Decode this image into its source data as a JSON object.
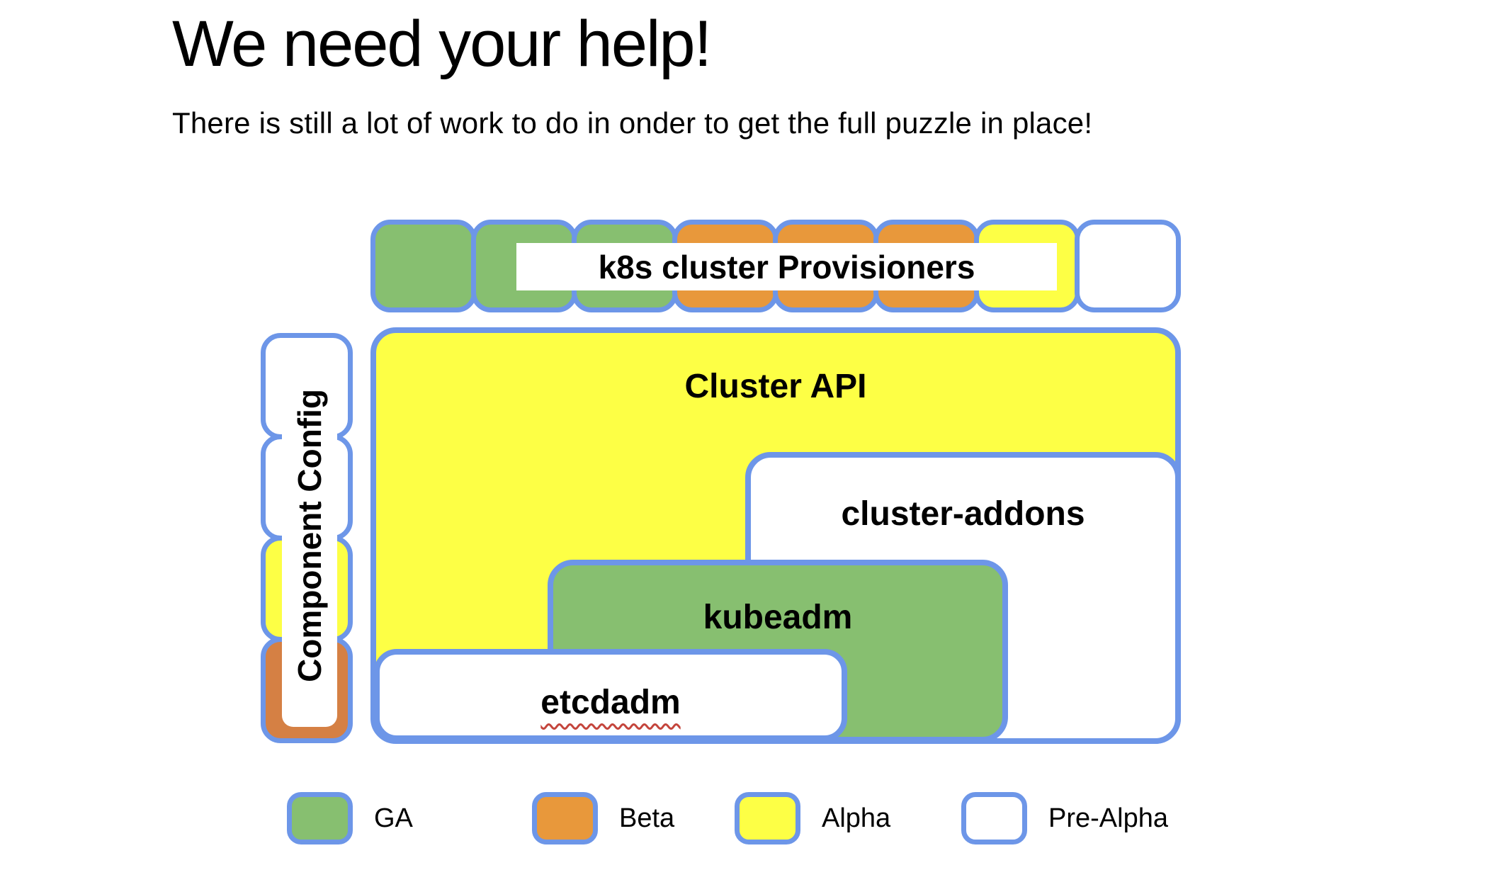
{
  "title": "We need your help!",
  "subtitle": "There is still a lot of work to do in onder to get the full puzzle in place!",
  "colors": {
    "border_blue": "#6d96e8",
    "ga_green": "#87bf70",
    "beta_orange": "#e8983b",
    "beta_orange_dark": "#d58044",
    "alpha_yellow": "#fdff45",
    "pre_alpha_white": "#ffffff",
    "spellcheck_red": "#c4453c"
  },
  "provisioners_row": {
    "label": "k8s cluster Provisioners",
    "squares": [
      {
        "status": "GA",
        "color": "#87bf70"
      },
      {
        "status": "GA",
        "color": "#87bf70"
      },
      {
        "status": "GA",
        "color": "#87bf70"
      },
      {
        "status": "Beta",
        "color": "#e8983b"
      },
      {
        "status": "Beta",
        "color": "#e8983b"
      },
      {
        "status": "Beta",
        "color": "#e8983b"
      },
      {
        "status": "Alpha",
        "color": "#fdff45"
      },
      {
        "status": "Pre-Alpha",
        "color": "#ffffff"
      }
    ]
  },
  "component_config": {
    "label": "Component Config",
    "squares": [
      {
        "status": "Pre-Alpha",
        "color": "#ffffff"
      },
      {
        "status": "Pre-Alpha",
        "color": "#ffffff"
      },
      {
        "status": "Alpha",
        "color": "#fdff45"
      },
      {
        "status": "Beta",
        "color": "#d58044"
      }
    ]
  },
  "boxes": {
    "cluster_api": {
      "label": "Cluster API",
      "status": "Alpha",
      "color": "#fdff45"
    },
    "cluster_addons": {
      "label": "cluster-addons",
      "status": "Pre-Alpha",
      "color": "#ffffff"
    },
    "kubeadm": {
      "label": "kubeadm",
      "status": "GA",
      "color": "#87bf70"
    },
    "etcdadm": {
      "label": "etcdadm",
      "status": "Pre-Alpha",
      "color": "#ffffff",
      "spellcheck_underline": true
    }
  },
  "legend": {
    "items": [
      {
        "label": "GA",
        "color": "#87bf70"
      },
      {
        "label": "Beta",
        "color": "#e8983b"
      },
      {
        "label": "Alpha",
        "color": "#fdff45"
      },
      {
        "label": "Pre-Alpha",
        "color": "#ffffff"
      }
    ]
  }
}
